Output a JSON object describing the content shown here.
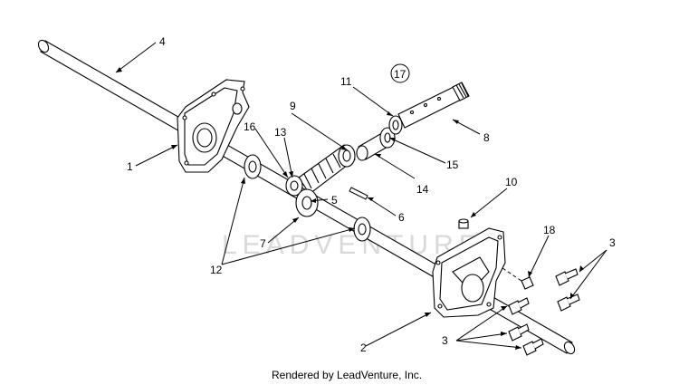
{
  "diagram": {
    "watermark": "LEADVENTURE",
    "credit": "Rendered by LeadVenture, Inc.",
    "callouts": {
      "c1": "1",
      "c2": "2",
      "c3a": "3",
      "c3b": "3",
      "c4": "4",
      "c5": "5",
      "c6": "6",
      "c7": "7",
      "c8": "8",
      "c9": "9",
      "c10": "10",
      "c11": "11",
      "c12": "12",
      "c13": "13",
      "c14": "14",
      "c15": "15",
      "c16": "16",
      "c17": "17",
      "c18": "18"
    }
  }
}
